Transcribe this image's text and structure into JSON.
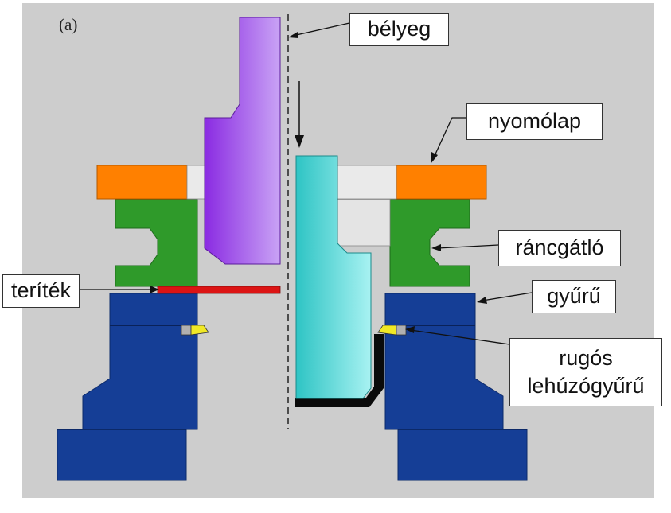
{
  "figure": {
    "panel_letter": "(a)",
    "colors": {
      "background": "#cdcdcd",
      "punch": "#9a3cf0",
      "drawn_part": "#3fd9d9",
      "pressure_plate": "#ff8000",
      "blank_holder": "#2f9a2a",
      "die_ring": "#153e96",
      "blank": "#dc1414",
      "stripper_ring": "#f0e826"
    },
    "labels": {
      "punch": "bélyeg",
      "pressure_plate": "nyomólap",
      "blank_holder": "ráncgátló",
      "blank": "teríték",
      "ring": "gyűrű",
      "stripper_ring_line1": "rugós",
      "stripper_ring_line2": "lehúzógyűrű"
    }
  }
}
